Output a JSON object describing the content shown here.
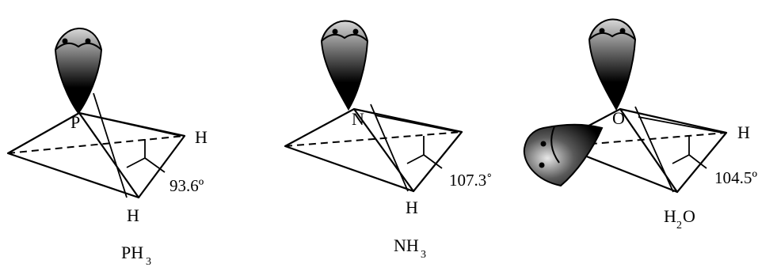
{
  "molecules": [
    {
      "formula": "PH3",
      "formula_main": "PH",
      "formula_sub": "3",
      "central_atom": "P",
      "hydrogen_labels": [
        "H",
        "H"
      ],
      "bond_angle_label": "93.6º"
    },
    {
      "formula": "NH3",
      "formula_main": "NH",
      "formula_sub": "3",
      "central_atom": "N",
      "hydrogen_labels": [
        "H"
      ],
      "bond_angle_label": "107.3˚"
    },
    {
      "formula": "H2O",
      "formula_main_1": "H",
      "formula_sub": "2",
      "formula_main_2": "O",
      "central_atom": "O",
      "hydrogen_labels": [
        "H"
      ],
      "bond_angle_label": "104.5º"
    }
  ],
  "colors": {
    "stroke": "#000000",
    "lobe_dark": "#000000",
    "lobe_light": "#ffffff",
    "background": "#ffffff"
  },
  "icons": [
    "lone-pair-lobe",
    "electron-dot"
  ]
}
